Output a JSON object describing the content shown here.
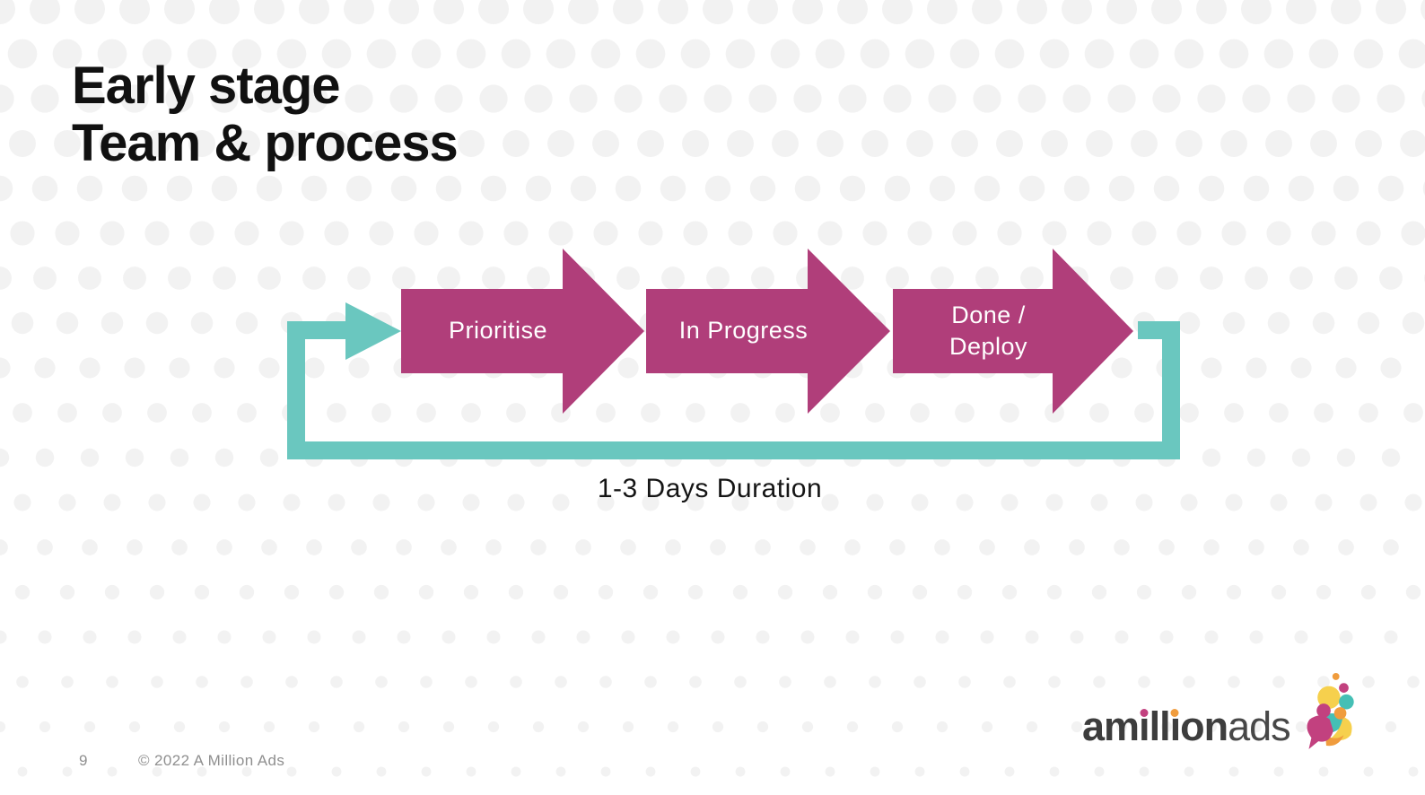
{
  "slide": {
    "title_line1": "Early stage",
    "title_line2": "Team & process",
    "page_number": "9",
    "copyright": "© 2022 A Million Ads"
  },
  "flow": {
    "steps": [
      {
        "label": "Prioritise"
      },
      {
        "label": "In Progress"
      },
      {
        "label": "Done /\nDeploy"
      }
    ],
    "duration_label": "1-3 Days Duration",
    "loop_icon": "teal-feedback-loop-arrow"
  },
  "logo": {
    "text": "amillionads",
    "parts": {
      "p1": "am",
      "i1": "ı",
      "p2": "ll",
      "i2": "ı",
      "p3": "on",
      "suffix": "ads"
    },
    "mark_icon": "amillionads-bubble-mark"
  },
  "theme": {
    "magenta": "#b03e7a",
    "teal": "#6ac7bf",
    "dot": "#f2f2f2",
    "ink": "#111111",
    "muted": "#8f8f8f",
    "logo-ink": "#3d3d3d",
    "logo-yellow": "#f6d04d",
    "logo-orange": "#f09c3d",
    "logo-magenta": "#c2417f",
    "logo-teal": "#45bfb5"
  }
}
